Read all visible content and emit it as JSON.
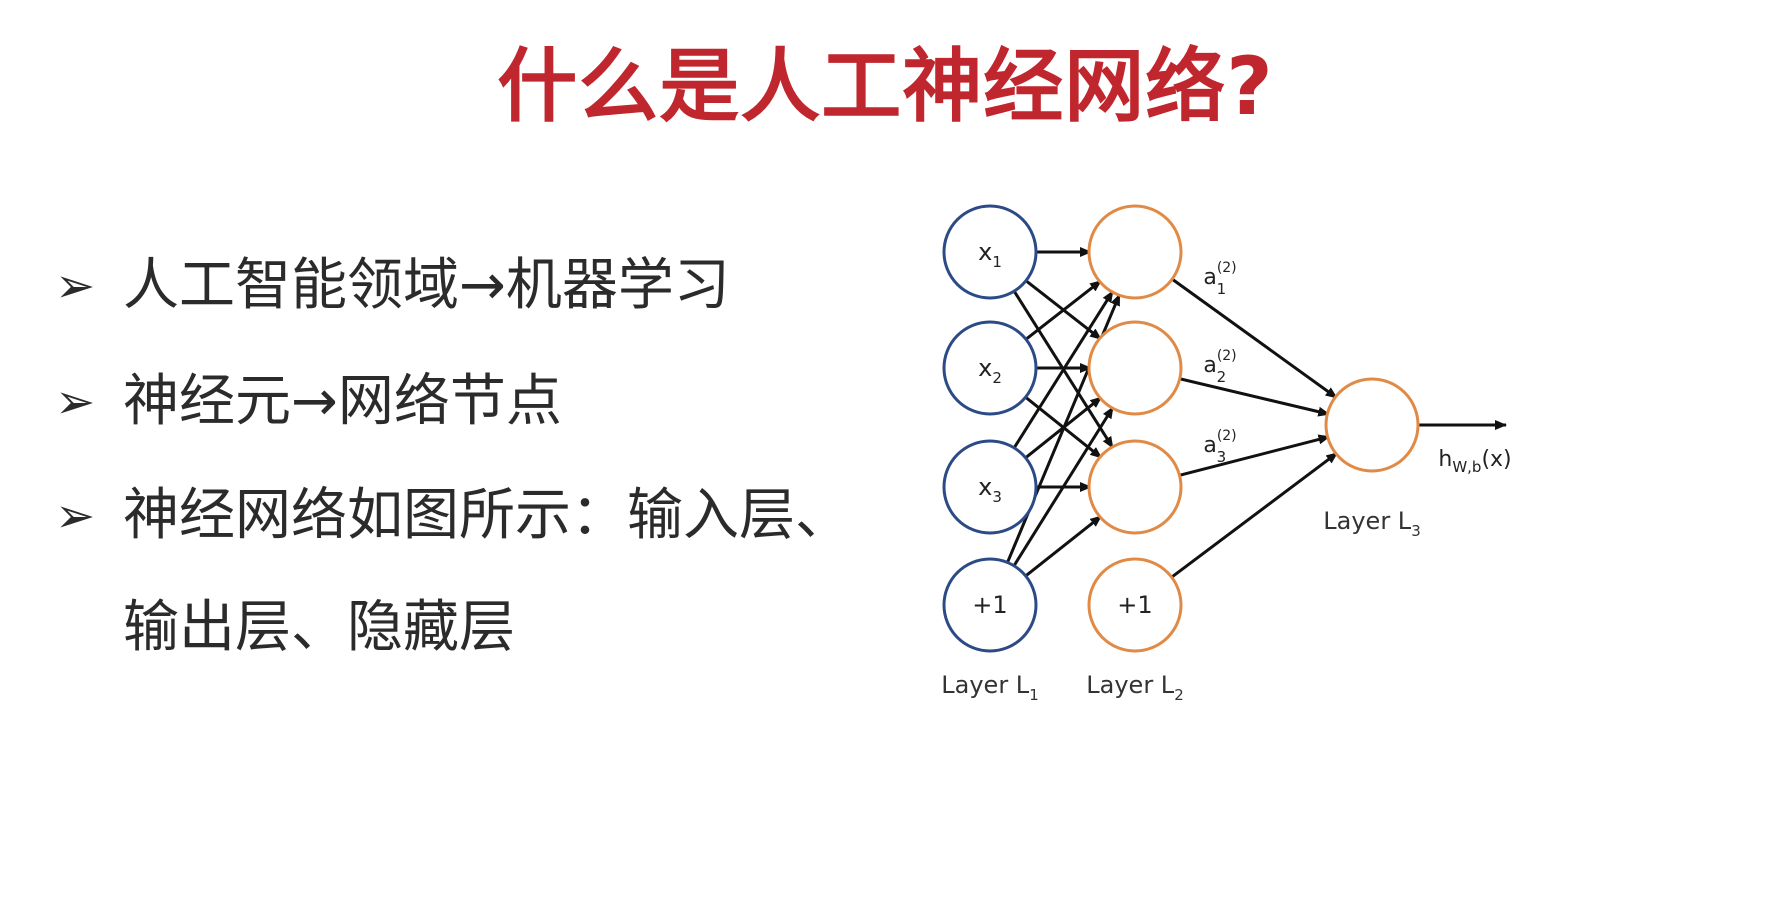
{
  "slide": {
    "title": "什么是人工神经网络?",
    "bullets": [
      {
        "marker": "➢",
        "text": "人工智能领域→机器学习"
      },
      {
        "marker": "➢",
        "text": "神经元→网络节点"
      },
      {
        "marker": "➢",
        "text": "神经网络如图所示：输入层、输出层、隐藏层"
      }
    ]
  },
  "diagram": {
    "colors": {
      "input": "#2c4a86",
      "hidden": "#e08a45",
      "edge": "#111111"
    },
    "layer1": {
      "label": "Layer L",
      "sub": "1",
      "nodes": [
        {
          "base": "x",
          "sub": "1"
        },
        {
          "base": "x",
          "sub": "2"
        },
        {
          "base": "x",
          "sub": "3"
        },
        {
          "base": "+1",
          "sub": ""
        }
      ]
    },
    "layer2": {
      "label": "Layer L",
      "sub": "2",
      "bias": "+1"
    },
    "layer3": {
      "label": "Layer L",
      "sub": "3"
    },
    "activations": [
      {
        "base": "a",
        "sub": "1",
        "sup": "(2)"
      },
      {
        "base": "a",
        "sub": "2",
        "sup": "(2)"
      },
      {
        "base": "a",
        "sub": "3",
        "sup": "(2)"
      }
    ],
    "output": {
      "base": "h",
      "sub": "W,b",
      "tail": "(x)"
    }
  }
}
